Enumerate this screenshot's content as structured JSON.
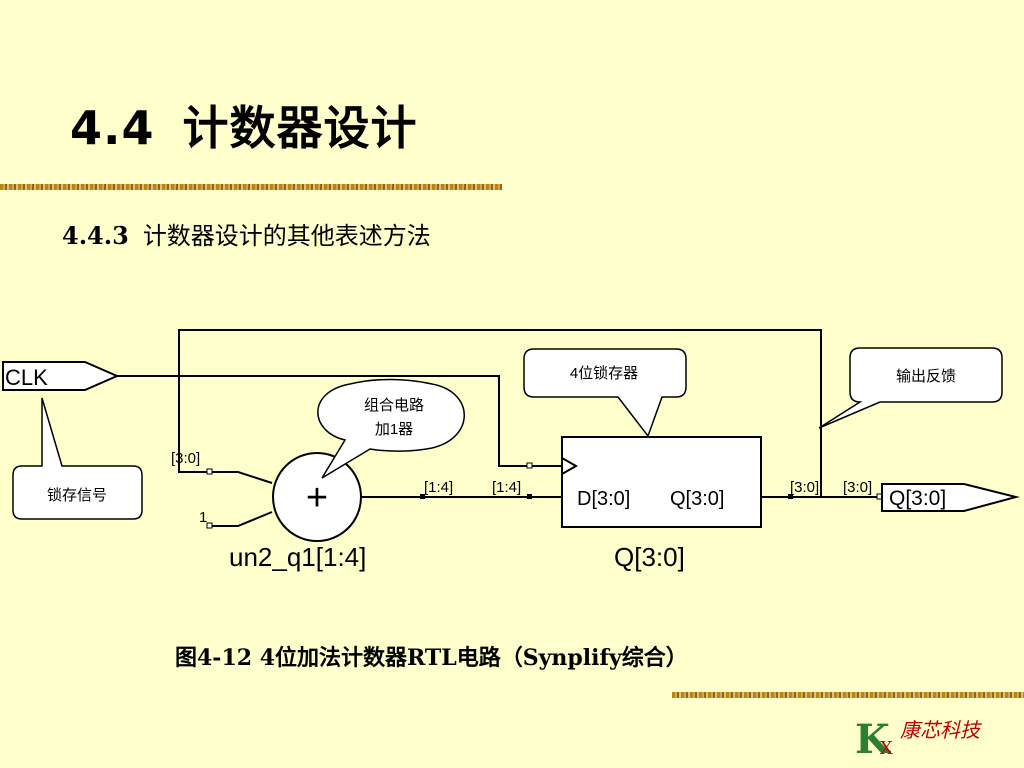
{
  "slide": {
    "title_number": "4.4",
    "title_text": "计数器设计",
    "subtitle_number": "4.4.3",
    "subtitle_text": "计数器设计的其他表述方法",
    "caption": "图4-12  4位加法计数器RTL电路（Synplify综合）"
  },
  "schematic": {
    "clk_label": "CLK",
    "adder_symbol": "+",
    "adder_instance": "un2_q1[1:4]",
    "adder_in_a_bus": "[3:0]",
    "adder_in_b_const": "1",
    "adder_out_bus_a": "[1:4]",
    "adder_out_bus_b": "[1:4]",
    "reg_d_port": "D[3:0]",
    "reg_q_port": "Q[3:0]",
    "reg_instance": "Q[3:0]",
    "reg_out_bus_a": "[3:0]",
    "reg_out_bus_b": "[3:0]",
    "output_port": "Q[3:0]"
  },
  "callouts": {
    "latch_signal": "锁存信号",
    "comb_adder_line1": "组合电路",
    "comb_adder_line2": "加1器",
    "register_4bit": "4位锁存器",
    "output_feedback": "输出反馈"
  },
  "logo": {
    "letter_k": "K",
    "letter_x": "X",
    "company": "康芯科技"
  }
}
